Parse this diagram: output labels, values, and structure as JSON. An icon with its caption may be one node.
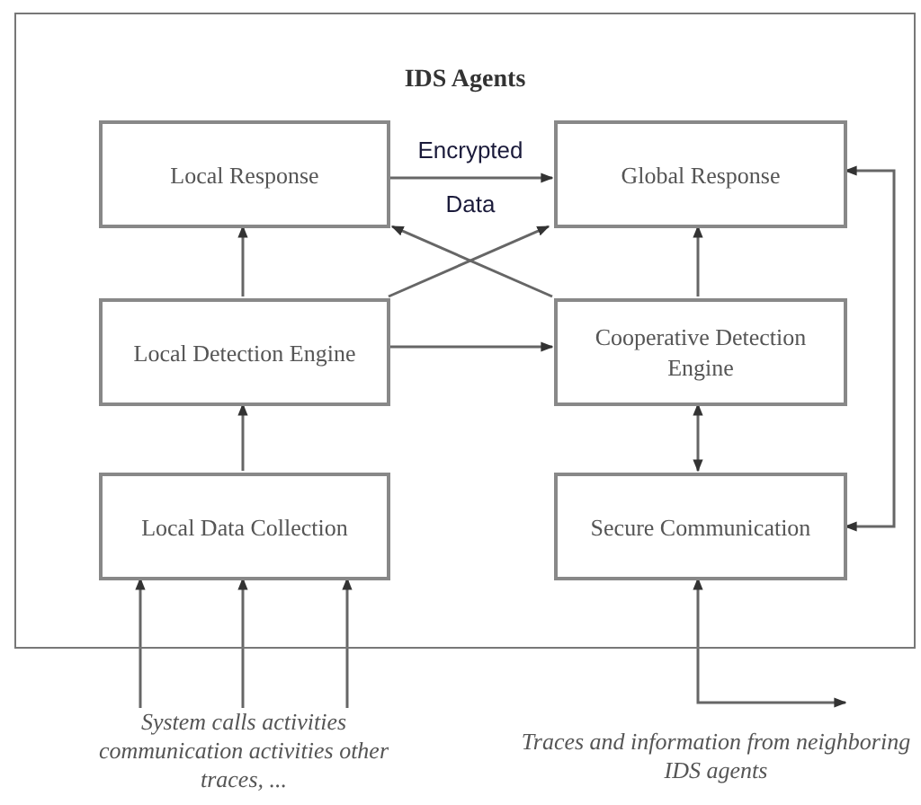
{
  "diagram": {
    "nodes": [
      {
        "text": [
          "IDS Agents"
        ]
      },
      {
        "text": [
          "Local Response"
        ],
        "in": 0
      },
      {
        "text": [
          "Global Response"
        ],
        "in": 0
      },
      {
        "text": [
          "Local Detection Engine"
        ],
        "in": 0
      },
      {
        "text": [
          "Cooperative Detection Engine"
        ],
        "in": 0
      },
      {
        "text": [
          "Local Data Collection"
        ],
        "in": 0
      },
      {
        "text": [
          "Secure Communication"
        ],
        "in": 0
      },
      {
        "text": [
          "System calls activities communication activities other traces, ..."
        ]
      },
      {
        "text": [
          "Traces and information from neighboring IDS agents"
        ]
      }
    ],
    "edges": [
      {
        "from": 3,
        "to": 1,
        "arrow": "to"
      },
      {
        "from": 1,
        "to": 2,
        "arrow": "to",
        "label": "Encrypted Data"
      },
      {
        "from": 3,
        "to": 2,
        "arrow": "to"
      },
      {
        "from": 4,
        "to": 1,
        "arrow": "to"
      },
      {
        "from": 3,
        "to": 4,
        "arrow": "to"
      },
      {
        "from": 4,
        "to": 2,
        "arrow": "to"
      },
      {
        "from": 5,
        "to": 3,
        "arrow": "to"
      },
      {
        "from": 4,
        "to": 6,
        "arrow": "both"
      },
      {
        "from": 6,
        "to": 2,
        "arrow": "both"
      },
      {
        "from": 7,
        "to": 5,
        "arrow": "to"
      },
      {
        "from": 7,
        "to": 5,
        "arrow": "to"
      },
      {
        "from": 7,
        "to": 5,
        "arrow": "to"
      },
      {
        "from": 6,
        "to": 8,
        "arrow": "both"
      }
    ]
  }
}
